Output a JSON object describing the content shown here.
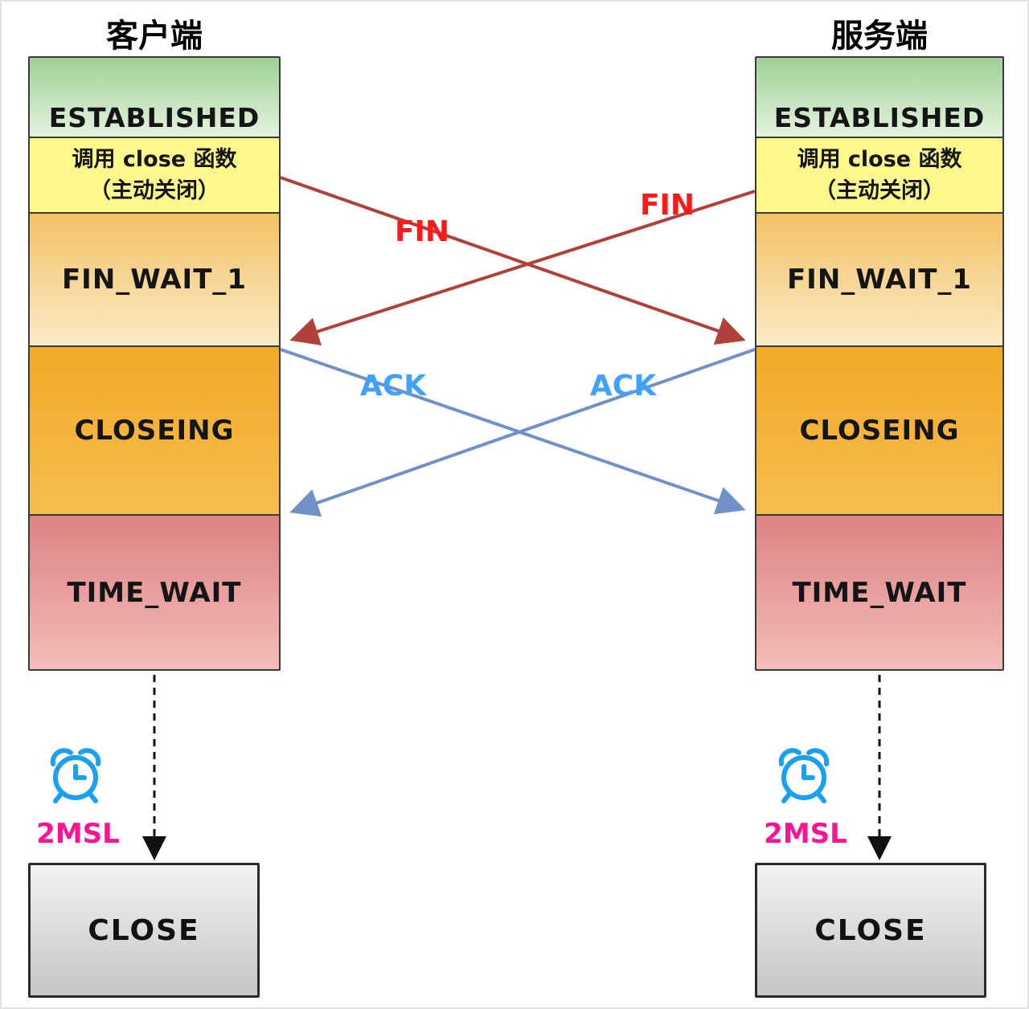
{
  "colors": {
    "green_top": "#9fd096",
    "green_bottom": "#e4f3de",
    "yellow": "#fdf78e",
    "amber_top": "#f2c266",
    "amber_bottom": "#fbeac6",
    "orange_top": "#f1a928",
    "orange_bottom": "#f7bd4e",
    "pink_top": "#dd8383",
    "pink_bottom": "#f3bcba",
    "gray_top": "#f2f2f2",
    "gray_bottom": "#c6c6c6",
    "arrow_fin": "#b0413a",
    "arrow_ack": "#7191c6",
    "label_fin": "#ff1a1a",
    "label_ack": "#3fa2ff",
    "msl": "#ff1493",
    "clock": "#1b9ff0"
  },
  "client": {
    "title": "客户端",
    "established": "ESTABLISHED",
    "close_call_line1": "调用 close 函数",
    "close_call_line2": "（主动关闭）",
    "fin_wait": "FIN_WAIT_1",
    "closing": "CLOSEING",
    "time_wait": "TIME_WAIT",
    "timer": "2MSL",
    "close": "CLOSE"
  },
  "server": {
    "title": "服务端",
    "established": "ESTABLISHED",
    "close_call_line1": "调用 close 函数",
    "close_call_line2": "（主动关闭）",
    "fin_wait": "FIN_WAIT_1",
    "closing": "CLOSEING",
    "time_wait": "TIME_WAIT",
    "timer": "2MSL",
    "close": "CLOSE"
  },
  "messages": {
    "fin_from_client": "FIN",
    "fin_from_server": "FIN",
    "ack_from_client": "ACK",
    "ack_from_server": "ACK"
  }
}
